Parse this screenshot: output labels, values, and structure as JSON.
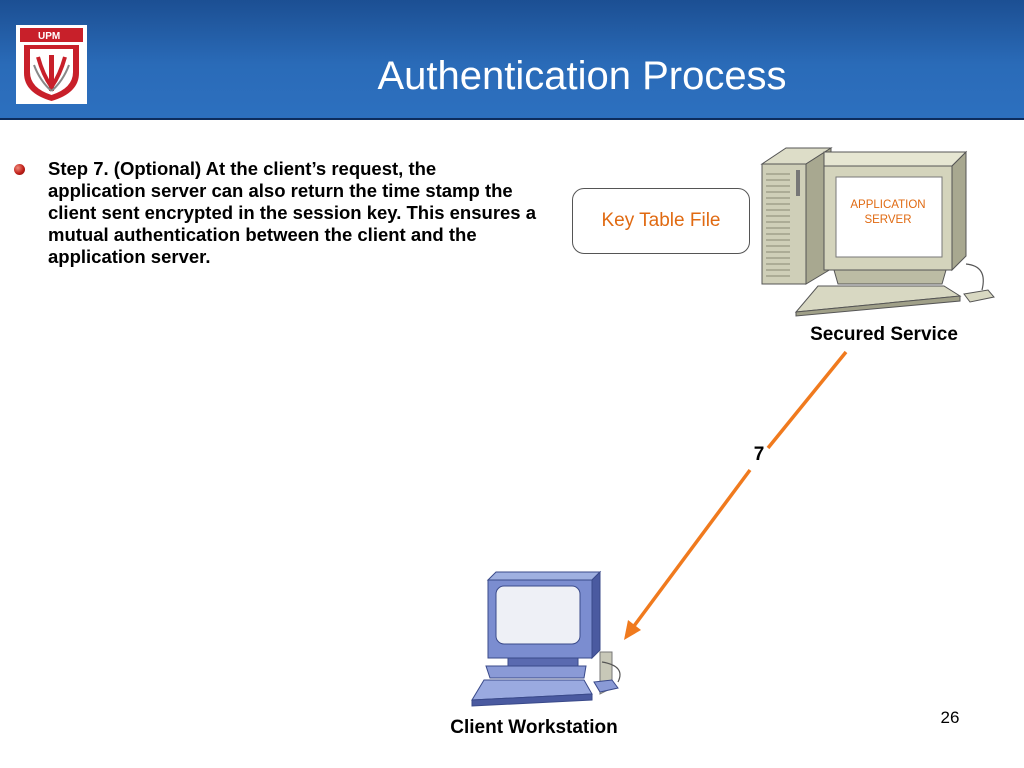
{
  "header": {
    "title": "Authentication Process",
    "logo_text": "UPM"
  },
  "content": {
    "bullet_text": "Step 7. (Optional) At the client’s request, the application server can also return the time stamp the client sent encrypted in the session key. This ensures a mutual authentication between the client and the application server."
  },
  "diagram": {
    "key_table_label": "Key Table File",
    "server_screen_text": "APPLICATION SERVER",
    "server_label": "Secured Service",
    "client_label": "Client Workstation",
    "step_label": "7"
  },
  "footer": {
    "page_number": "26"
  },
  "colors": {
    "header_blue": "#2a6bb8",
    "accent_orange": "#e06a12",
    "arrow_orange": "#f07a1e",
    "bullet_red": "#c0201a"
  }
}
